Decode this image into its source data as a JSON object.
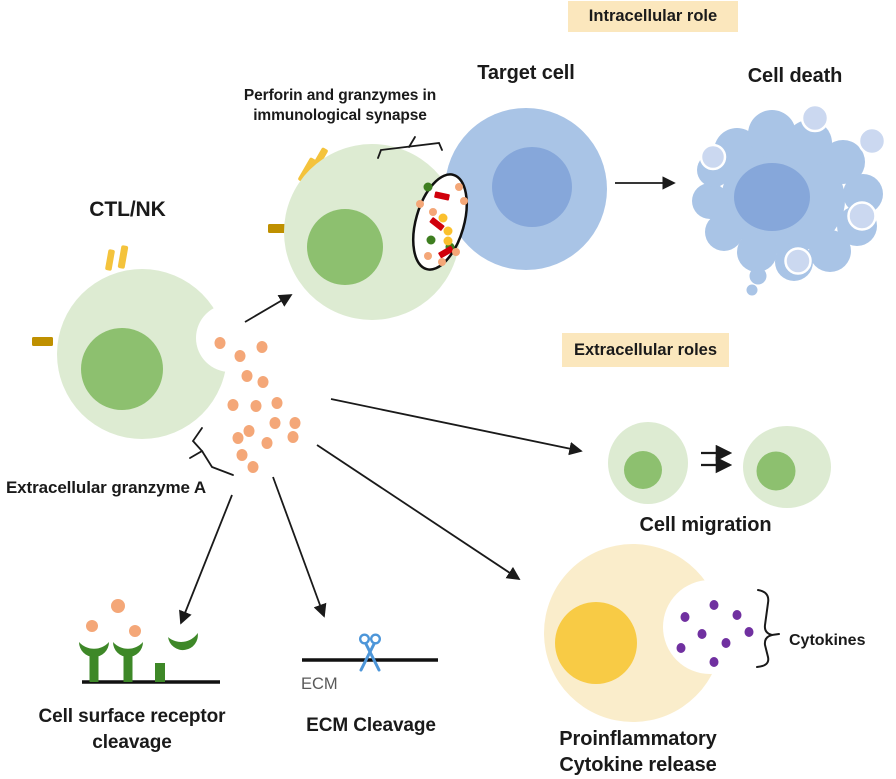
{
  "figure": {
    "description": "Diagram of intracellular and extracellular roles of CTL/NK granzymes"
  },
  "badges": {
    "intracellular": "Intracellular role",
    "extracellular": "Extracellular roles"
  },
  "labels": {
    "ctl_nk": "CTL/NK",
    "target_cell": "Target cell",
    "cell_death": "Cell death",
    "perforin_line1": "Perforin and granzymes in",
    "perforin_line2": "immunological synapse",
    "extracellular_granzyme": "Extracellular granzyme A",
    "cell_migration": "Cell migration",
    "receptor_line1": "Cell surface receptor",
    "receptor_line2": "cleavage",
    "ecm": "ECM",
    "ecm_cleavage": "ECM Cleavage",
    "proinflammatory_line1": "Proinflammatory",
    "proinflammatory_line2": "Cytokine release",
    "cytokines": "Cytokines"
  },
  "colors": {
    "pale-green": "#DDEBD2",
    "green-nucleus": "#8DC06F",
    "pale-blue": "#A9C4E6",
    "blue-nucleus": "#86A7DA",
    "bleb-blue": "#CBD8F0",
    "orange-dot": "#F4A778",
    "gold-bar": "#F4C33C",
    "mustard-bar": "#BF9000",
    "red-granule": "#D0000B",
    "yellow-granule": "#FBC02D",
    "green-granule": "#3E7E20",
    "receptor-green": "#3E8828",
    "scissors-blue": "#4D96D9",
    "badge-bg": "#FBE7BD",
    "pale-yellow": "#FAEDCB",
    "yellow-nucleus": "#F8CB45",
    "purple-dot": "#7030A0",
    "ink": "#1A1A1A",
    "gray-text": "#595959"
  }
}
